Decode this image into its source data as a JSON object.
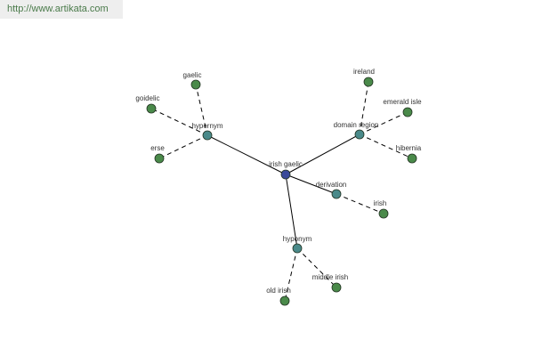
{
  "header": {
    "url_text": "http://www.artikata.com"
  },
  "colors": {
    "root": "#3a4a9a",
    "relation": "#4a8a8a",
    "leaf": "#4a8a4a"
  },
  "graph": {
    "root": {
      "id": "root",
      "label": "irish gaelic"
    },
    "relations": [
      {
        "id": "hypernym",
        "label": "hypernym",
        "icon": "relation-node"
      },
      {
        "id": "domain_region",
        "label": "domain region",
        "icon": "relation-node"
      },
      {
        "id": "derivation",
        "label": "derivation",
        "icon": "relation-node"
      },
      {
        "id": "hyponym",
        "label": "hyponym",
        "icon": "relation-node"
      }
    ],
    "leaves": [
      {
        "id": "gaelic",
        "label": "gaelic",
        "parent": "hypernym"
      },
      {
        "id": "goidelic",
        "label": "goidelic",
        "parent": "hypernym"
      },
      {
        "id": "erse",
        "label": "erse",
        "parent": "hypernym"
      },
      {
        "id": "ireland",
        "label": "ireland",
        "parent": "domain_region"
      },
      {
        "id": "emerald_isle",
        "label": "emerald isle",
        "parent": "domain_region"
      },
      {
        "id": "hibernia",
        "label": "hibernia",
        "parent": "domain_region"
      },
      {
        "id": "irish",
        "label": "irish",
        "parent": "derivation"
      },
      {
        "id": "old_irish",
        "label": "old irish",
        "parent": "hyponym"
      },
      {
        "id": "middle_irish",
        "label": "middle irish",
        "parent": "hyponym"
      }
    ]
  }
}
